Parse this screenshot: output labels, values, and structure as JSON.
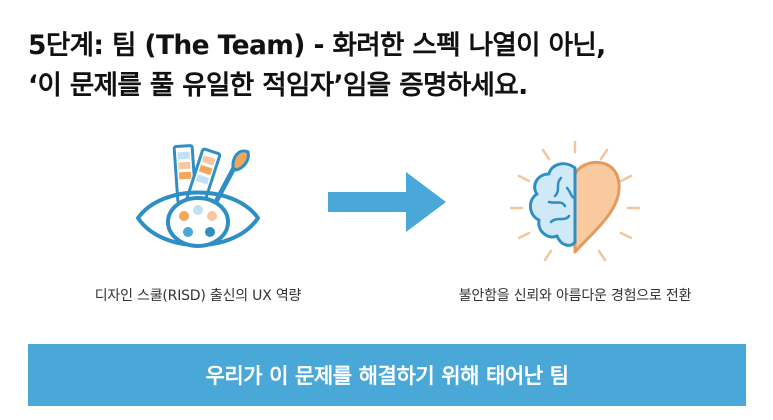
{
  "headline": {
    "line1": "5단계: 팀 (The Team) - 화려한 스펙 나열이 아닌,",
    "line2": "‘이 문제를 풀 유일한 적임자’임을 증명하세요."
  },
  "left_panel": {
    "caption": "디자인 스쿨(RISD) 출신의 UX 역량",
    "icon": "eye-palette-brush-icon"
  },
  "arrow": {
    "icon": "right-arrow-icon"
  },
  "right_panel": {
    "caption": "불안함을 신뢰와 아름다운 경험으로 전환",
    "icon": "brain-heart-icon"
  },
  "banner": {
    "text": "우리가 이 문제를 해결하기 위해 태어난 팀"
  },
  "colors": {
    "accent_blue": "#4aa8d8",
    "icon_stroke": "#2f8fc4",
    "brain_fill": "#cfe9f6",
    "heart_fill": "#f9c9a0",
    "heart_stroke": "#e39a5c",
    "ray": "#f3c69a",
    "palette_orange": "#f2a65a",
    "palette_peach": "#f7c7a3",
    "palette_blue": "#4aa8d8",
    "palette_light": "#bfe1f3"
  }
}
